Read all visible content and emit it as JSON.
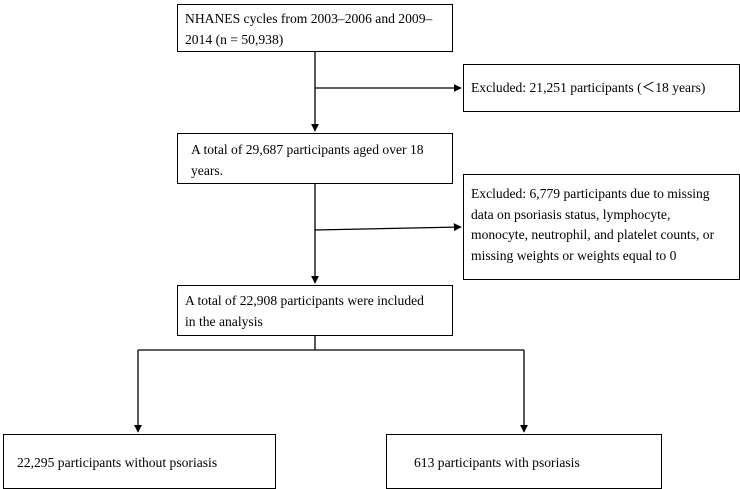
{
  "diagram": {
    "nodes": {
      "source": {
        "lines": [
          "NHANES cycles from 2003–2006 and 2009–",
          "2014 (n = 50,938)"
        ]
      },
      "excluded_age": {
        "lines": [
          "Excluded: 21,251 participants (＜18 years)"
        ]
      },
      "adults": {
        "lines": [
          "A total of 29,687 participants aged over 18",
          "years."
        ]
      },
      "excluded_missing": {
        "lines": [
          "Excluded: 6,779 participants due to missing",
          "data on psoriasis status, lymphocyte,",
          "monocyte, neutrophil, and platelet counts, or",
          "missing weights or weights equal to 0"
        ]
      },
      "included": {
        "lines": [
          "A total of 22,908 participants were included",
          "in the analysis"
        ]
      },
      "without_psoriasis": {
        "lines": [
          "22,295 participants without psoriasis"
        ]
      },
      "with_psoriasis": {
        "lines": [
          "613 participants with psoriasis"
        ]
      }
    },
    "edges": [
      {
        "from": "source",
        "to": "adults"
      },
      {
        "from": "source",
        "to": "excluded_age"
      },
      {
        "from": "adults",
        "to": "included"
      },
      {
        "from": "adults",
        "to": "excluded_missing"
      },
      {
        "from": "included",
        "to": "without_psoriasis"
      },
      {
        "from": "included",
        "to": "with_psoriasis"
      }
    ]
  }
}
